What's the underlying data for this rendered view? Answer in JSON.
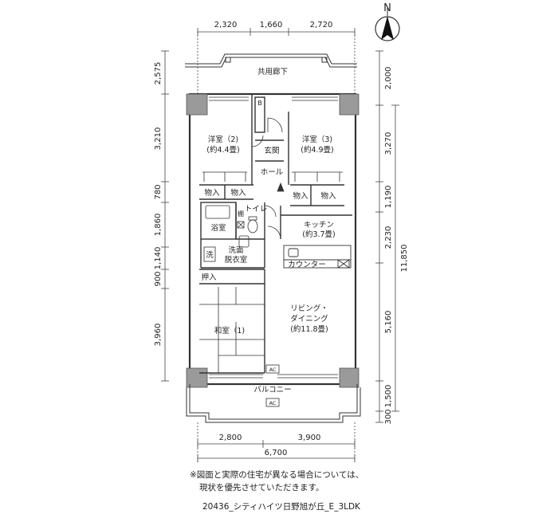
{
  "compass": {
    "label": "N"
  },
  "dimensions": {
    "top": [
      "2,320",
      "1,660",
      "2,720"
    ],
    "left": [
      "2,575",
      "3,210",
      "780",
      "1,860",
      "1,140",
      "900",
      "3,960"
    ],
    "right": [
      "2,000",
      "3,270",
      "1,190",
      "2,230",
      "5,160",
      "1,500",
      "300"
    ],
    "right_total": "11,850",
    "bottom": [
      "2,800",
      "3,900"
    ],
    "bottom_total": "6,700"
  },
  "rooms": {
    "corridor": "共用廊下",
    "western2_name": "洋室（2)",
    "western2_size": "(約4.4畳)",
    "western3_name": "洋室（3)",
    "western3_size": "(約4.9畳)",
    "entrance": "玄関",
    "hall": "ホール",
    "storage1": "物入",
    "storage2": "物入",
    "storage3": "物入",
    "storage4": "物入",
    "bath": "浴室",
    "toilet": "トイレ",
    "shelf": "棚",
    "washer": "洗",
    "washroom_1": "洗面",
    "washroom_2": "脱衣室",
    "kitchen_name": "キッチン",
    "kitchen_size": "(約3.7畳)",
    "counter": "カウンター",
    "closet": "押入",
    "japanese_name": "和室（1)",
    "living_1": "リビング・",
    "living_2": "ダイニング",
    "living_size": "(約11.8畳)",
    "balcony": "バルコニー",
    "ac1": "AC",
    "ac2": "AC",
    "b_mark": "B"
  },
  "notes": {
    "line1": "※図面と実際の住宅が異なる場合については、",
    "line2": "現状を優先させていただきます。",
    "code": "20436_シティハイツ日野旭が丘_E_3LDK"
  }
}
